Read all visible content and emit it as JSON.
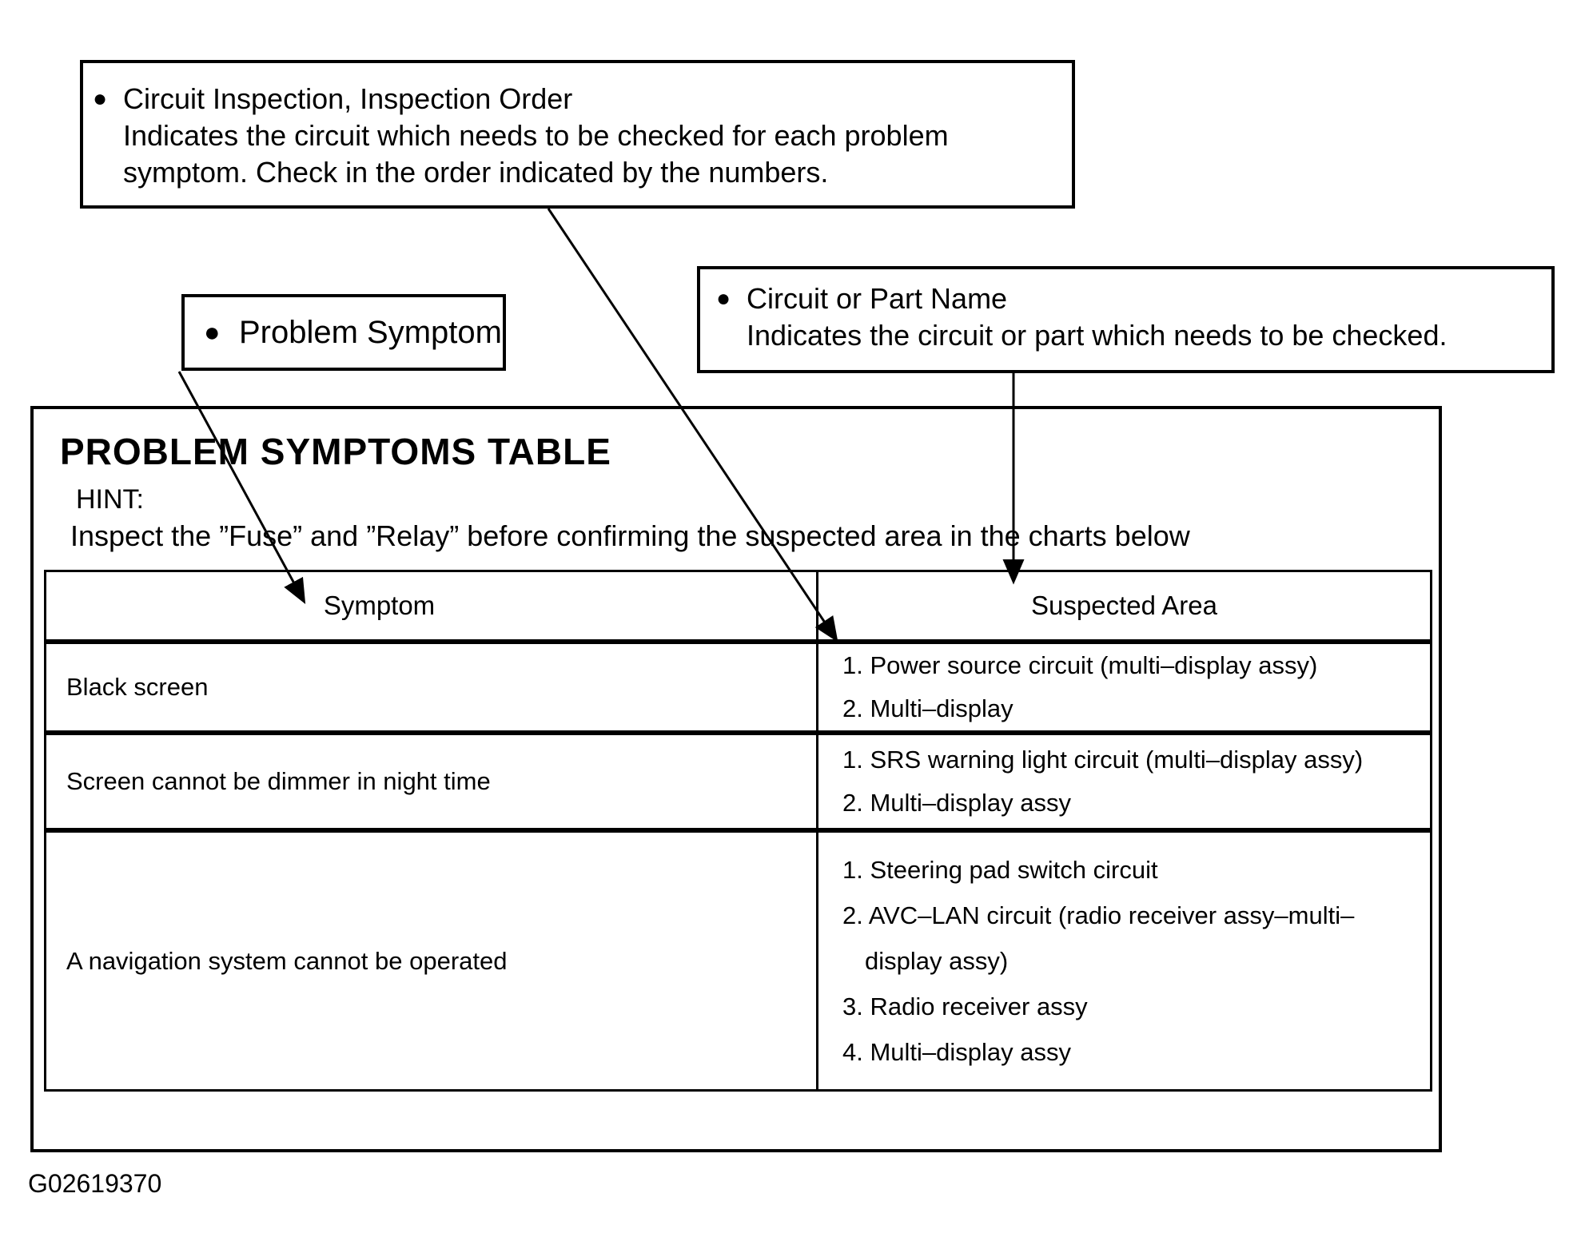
{
  "page": {
    "background": "#ffffff",
    "ink": "#000000"
  },
  "bullet_glyph": "●",
  "callouts": {
    "inspection_order": {
      "title": "Circuit Inspection, Inspection Order",
      "desc_lines": [
        "Indicates the circuit which needs to be checked for each problem",
        "symptom. Check in the order indicated by the numbers."
      ]
    },
    "problem_symptom": {
      "label": "Problem Symptom"
    },
    "circuit_or_part": {
      "title": "Circuit or Part Name",
      "desc": "Indicates the circuit or part which needs to be checked."
    }
  },
  "main": {
    "title": "PROBLEM SYMPTOMS TABLE",
    "hint_label": "HINT:",
    "hint_text": "Inspect the ”Fuse” and ”Relay” before confirming the suspected area in the charts below",
    "table": {
      "headers": {
        "symptom": "Symptom",
        "suspected": "Suspected Area"
      },
      "rows": [
        {
          "symptom": "Black screen",
          "suspected": [
            "1. Power source circuit (multi–display assy)",
            "2. Multi–display"
          ]
        },
        {
          "symptom": "Screen cannot be dimmer in night time",
          "suspected": [
            "1. SRS warning light circuit (multi–display assy)",
            "2. Multi–display assy"
          ]
        },
        {
          "symptom": "A navigation system cannot be operated",
          "suspected": [
            "1. Steering pad switch circuit",
            "2. AVC–LAN circuit (radio receiver assy–multi–",
            "display assy)",
            "3. Radio receiver assy",
            "4. Multi–display assy"
          ]
        }
      ]
    }
  },
  "figure_id": "G02619370"
}
